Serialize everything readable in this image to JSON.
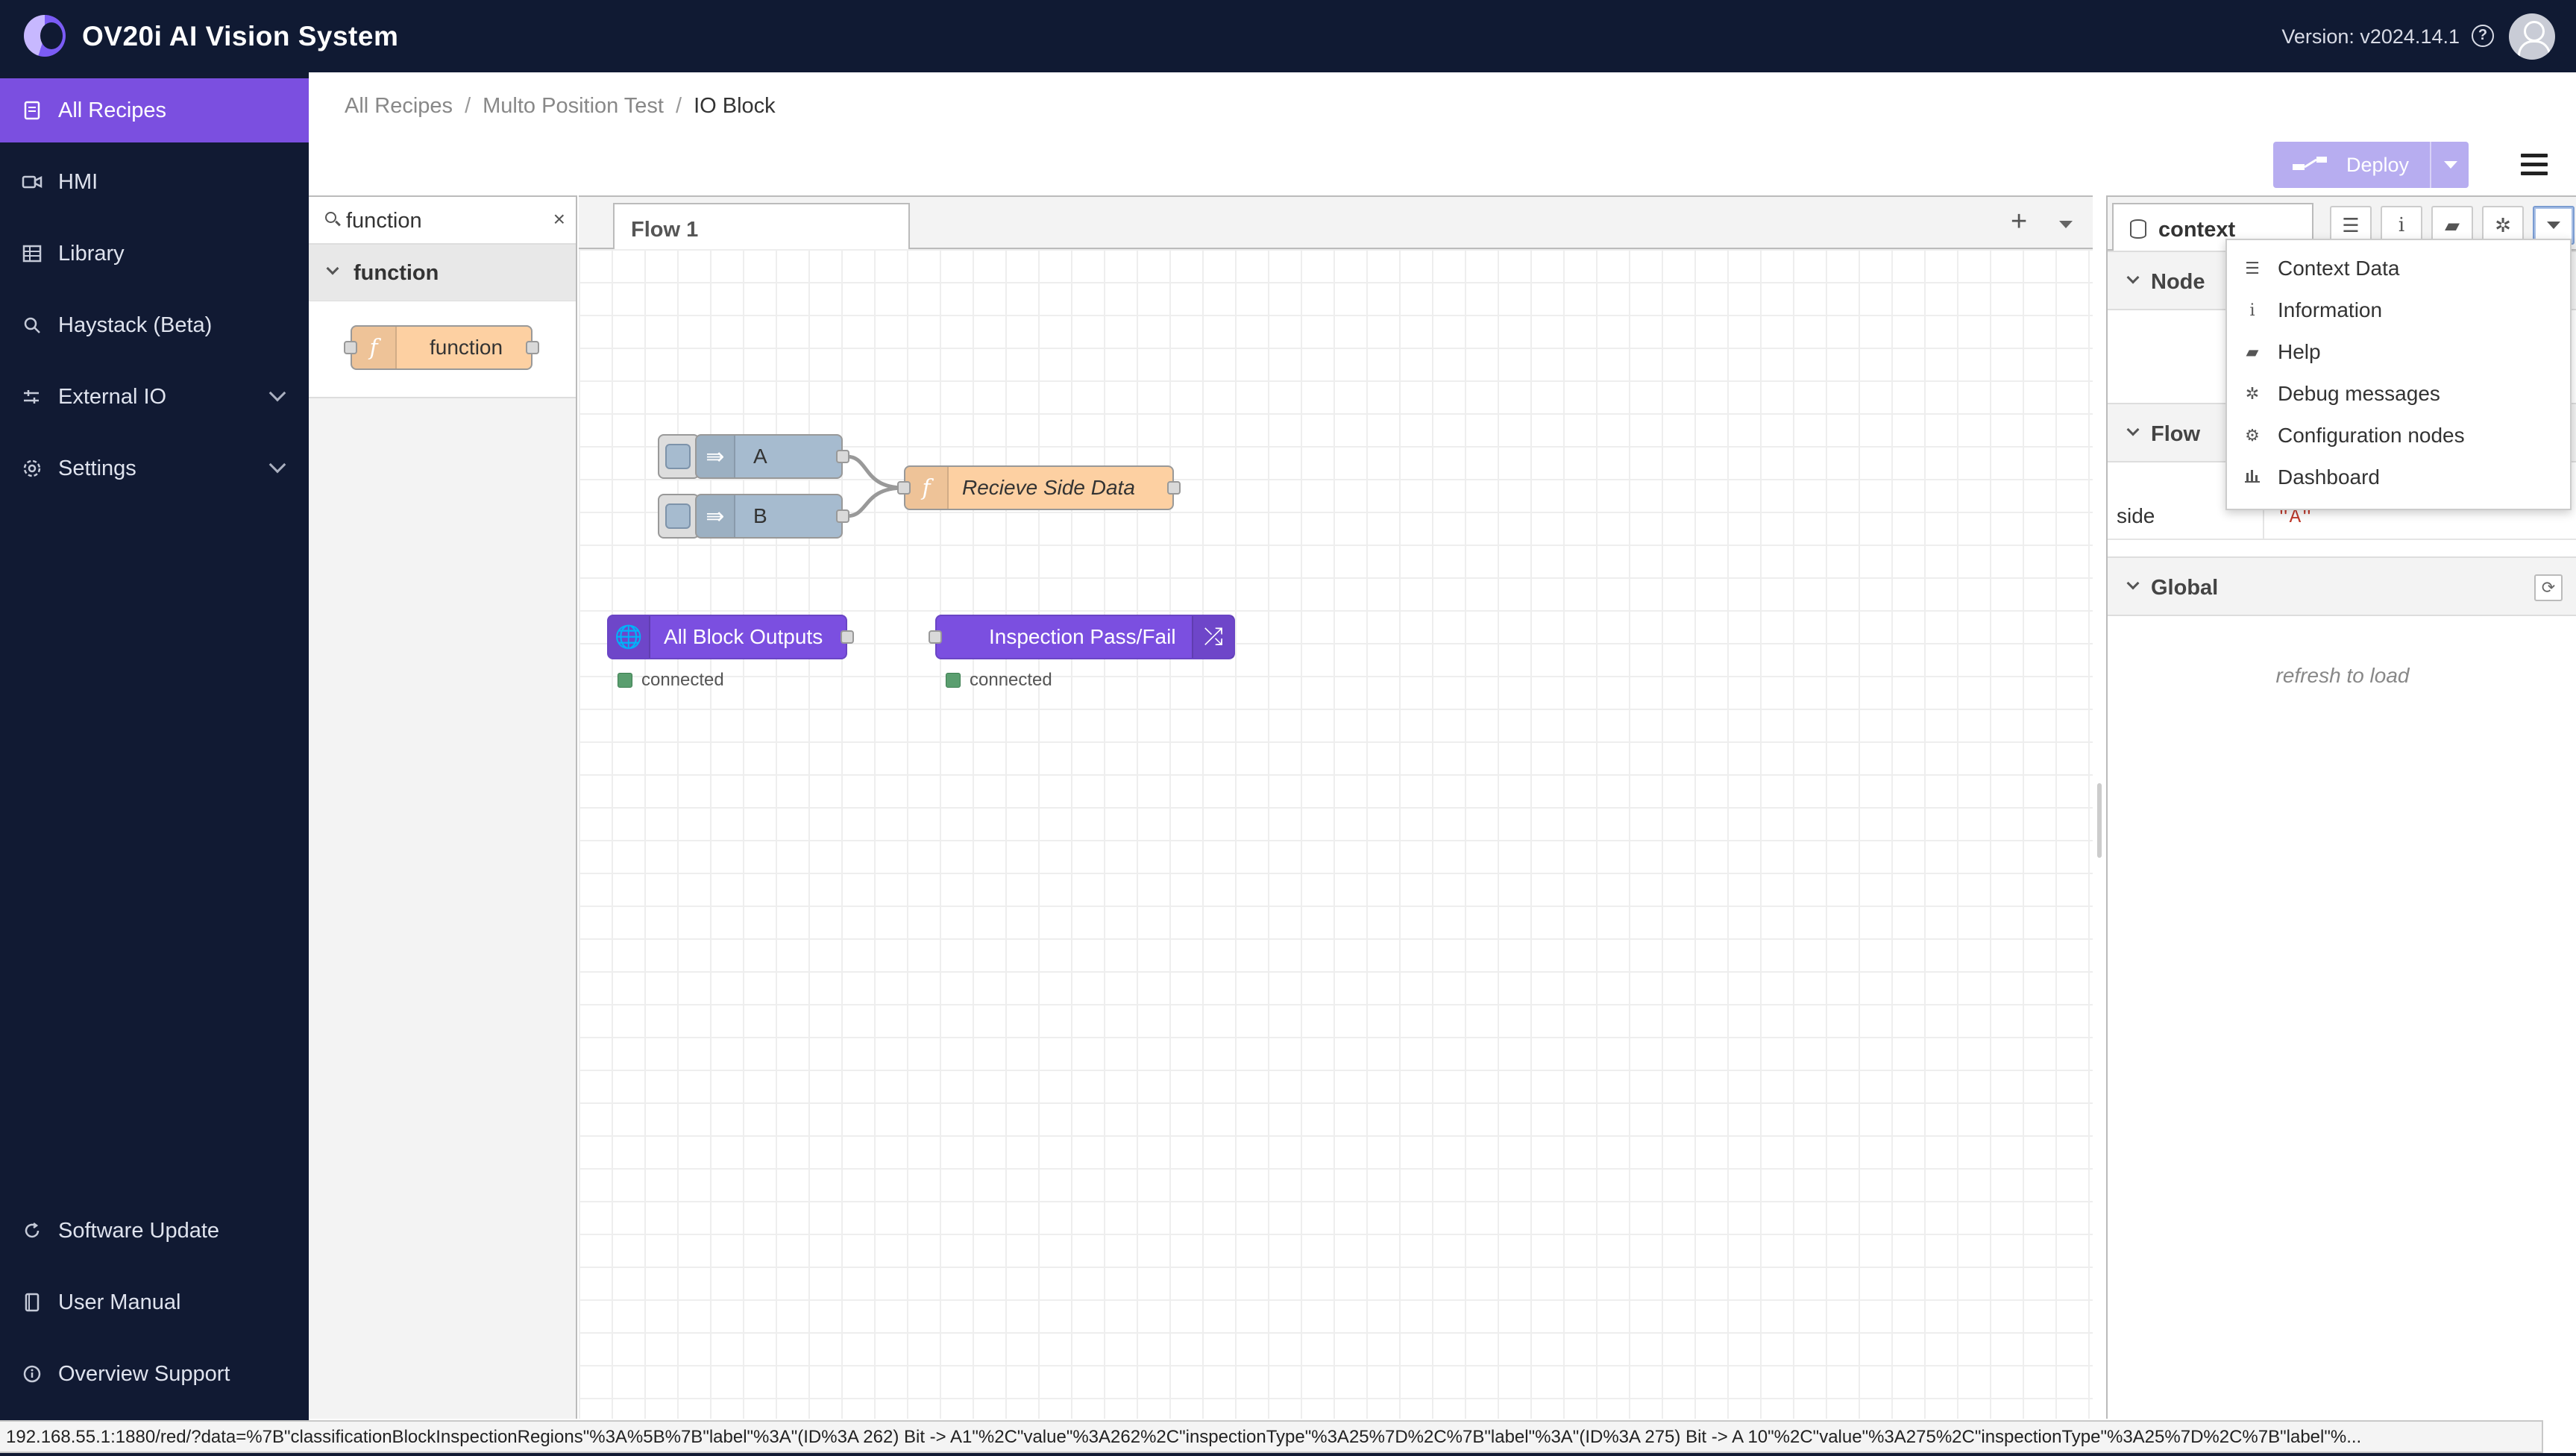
{
  "app": {
    "title": "OV20i AI Vision System",
    "version": "Version: v2024.14.1"
  },
  "sidebar": {
    "items": [
      {
        "label": "All Recipes",
        "icon": "document-icon",
        "active": true
      },
      {
        "label": "HMI",
        "icon": "camera-icon"
      },
      {
        "label": "Library",
        "icon": "grid-icon"
      },
      {
        "label": "Haystack (Beta)",
        "icon": "search-icon"
      },
      {
        "label": "External IO",
        "icon": "io-icon",
        "expandable": true
      },
      {
        "label": "Settings",
        "icon": "gear-icon",
        "expandable": true
      }
    ],
    "bottom_items": [
      {
        "label": "Software Update",
        "icon": "refresh-icon"
      },
      {
        "label": "User Manual",
        "icon": "book-icon"
      },
      {
        "label": "Overview Support",
        "icon": "info-icon"
      }
    ]
  },
  "breadcrumb": {
    "items": [
      "All Recipes",
      "Multo Position Test",
      "IO Block"
    ]
  },
  "toolbar": {
    "deploy_label": "Deploy"
  },
  "palette": {
    "search_value": "function",
    "category": "function",
    "node_label": "function"
  },
  "flow": {
    "tab_label": "Flow 1",
    "nodes": {
      "link_a": "A",
      "link_b": "B",
      "function_node": "Recieve Side Data",
      "mqtt_out_1": "All Block Outputs",
      "mqtt_out_2": "Inspection Pass/Fail",
      "status_1": "connected",
      "status_2": "connected"
    }
  },
  "right_panel": {
    "active_tab": "context",
    "sections": {
      "node": "Node",
      "flow": "Flow",
      "global": "Global"
    },
    "flow_context": {
      "key": "side",
      "value": "\"A\""
    },
    "global_hint": "refresh to load"
  },
  "dropdown": {
    "items": [
      {
        "label": "Context Data",
        "icon": "database-icon"
      },
      {
        "label": "Information",
        "icon": "info-icon"
      },
      {
        "label": "Help",
        "icon": "book-icon"
      },
      {
        "label": "Debug messages",
        "icon": "bug-icon"
      },
      {
        "label": "Configuration nodes",
        "icon": "gear-icon"
      },
      {
        "label": "Dashboard",
        "icon": "bar-chart-icon"
      }
    ]
  },
  "status_url": "192.168.55.1:1880/red/?data=%7B\"classificationBlockInspectionRegions\"%3A%5B%7B\"label\"%3A\"(ID%3A 262) Bit -> A1\"%2C\"value\"%3A262%2C\"inspectionType\"%3A25%7D%2C%7B\"label\"%3A\"(ID%3A 275) Bit -> A 10\"%2C\"value\"%3A275%2C\"inspectionType\"%3A25%7D%2C%7B\"label\"%..."
}
